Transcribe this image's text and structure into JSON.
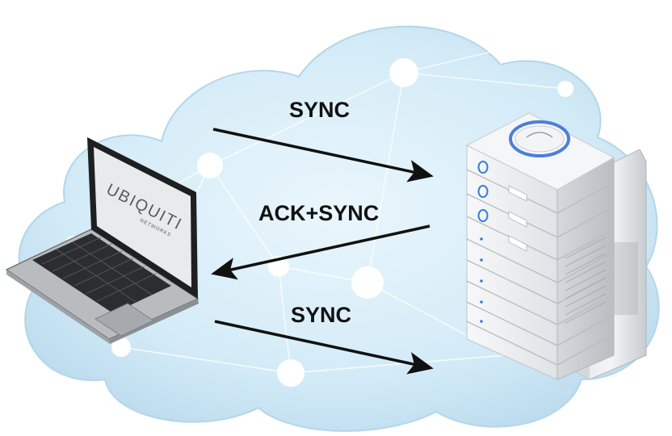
{
  "messages": [
    {
      "label": "SYNC",
      "direction": "client-to-server"
    },
    {
      "label": "ACK+SYNC",
      "direction": "server-to-client"
    },
    {
      "label": "SYNC",
      "direction": "client-to-server"
    }
  ],
  "laptop": {
    "brand_logo": "UBIQUITI",
    "brand_sub": "NETWORKS"
  },
  "colors": {
    "cloud": "#cfe8f5",
    "cloud_edge": "#bcdcee",
    "cloud_dots": "#ffffff",
    "arrow": "#111111",
    "led": "#3a7bd5",
    "server_body": "#eef0f2"
  }
}
